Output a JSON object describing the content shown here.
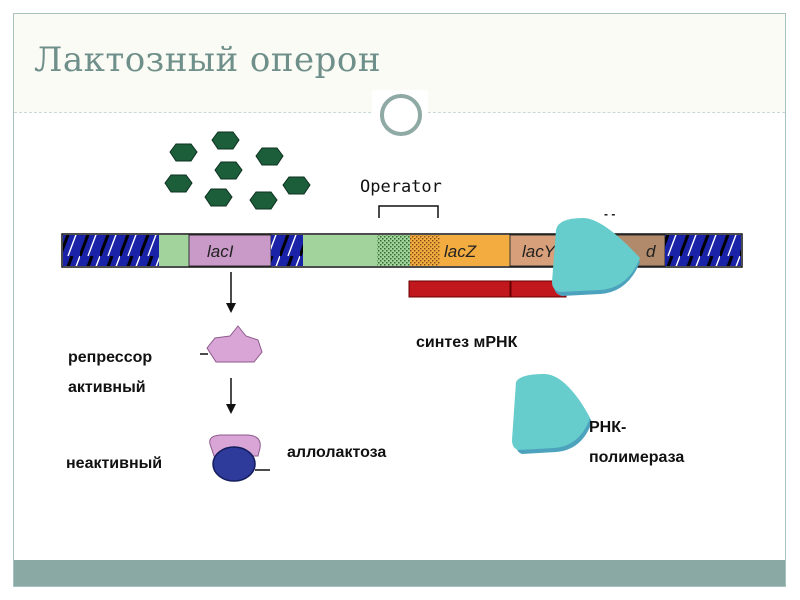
{
  "slide": {
    "title": "Лактозный оперон"
  },
  "diagram": {
    "operator_label": "Operator",
    "gene_labels": {
      "laci": "lacI",
      "lacz": "lacZ",
      "lacy": "lacY",
      "laca": "d"
    },
    "labels": {
      "repressor_line1": "репрессор",
      "repressor_line2": "активный",
      "inactive": "неактивный",
      "allolactose": "аллолактоза",
      "mrna_synthesis": "синтез мРНК",
      "rnap_line1": "РНК-",
      "rnap_line2": "полимераза",
      "small_mark": "- -"
    },
    "colors": {
      "header_bg": "#fbfbf5",
      "title": "#6f8f8a",
      "footer": "#8aa9a4",
      "dna_blue": "#1a22a8",
      "promoter_green": "#a3d39c",
      "laci_pink": "#c99ac8",
      "lacz_orange": "#f2ac3f",
      "lacy_tan": "#d8a07a",
      "mrna_red": "#c0181c",
      "rnap_teal": "#66cccc",
      "repressor_pink": "#d8a5d6",
      "allolactose_navy": "#2e3b9a",
      "lactose_green": "#1c5e3a"
    }
  }
}
